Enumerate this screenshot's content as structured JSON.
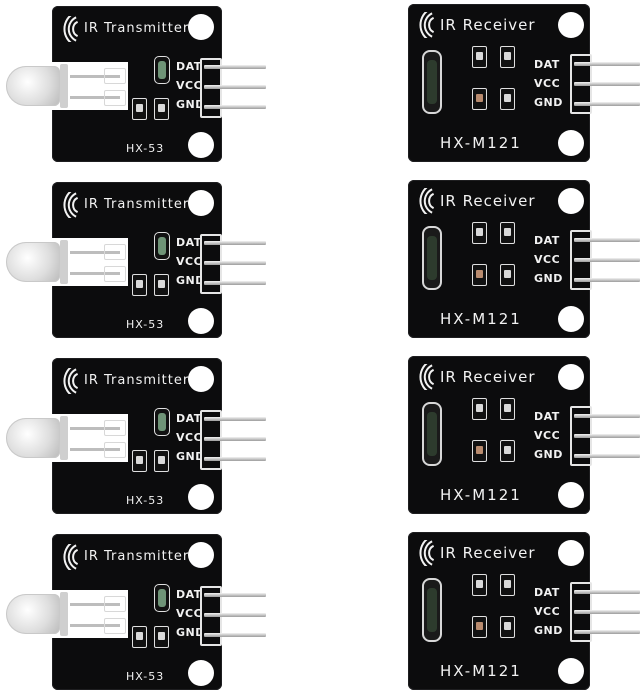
{
  "modules": {
    "transmitter": {
      "title": "IR Transmitter",
      "model": "HX-53",
      "pins": [
        "DAT",
        "VCC",
        "GND"
      ]
    },
    "receiver": {
      "title": "IR Receiver",
      "model": "HX-M121",
      "pins": [
        "DAT",
        "VCC",
        "GND"
      ]
    }
  },
  "colors": {
    "board": "#0c0c0d",
    "silkscreen": "#f2f2f2",
    "background": "#ffffff"
  }
}
